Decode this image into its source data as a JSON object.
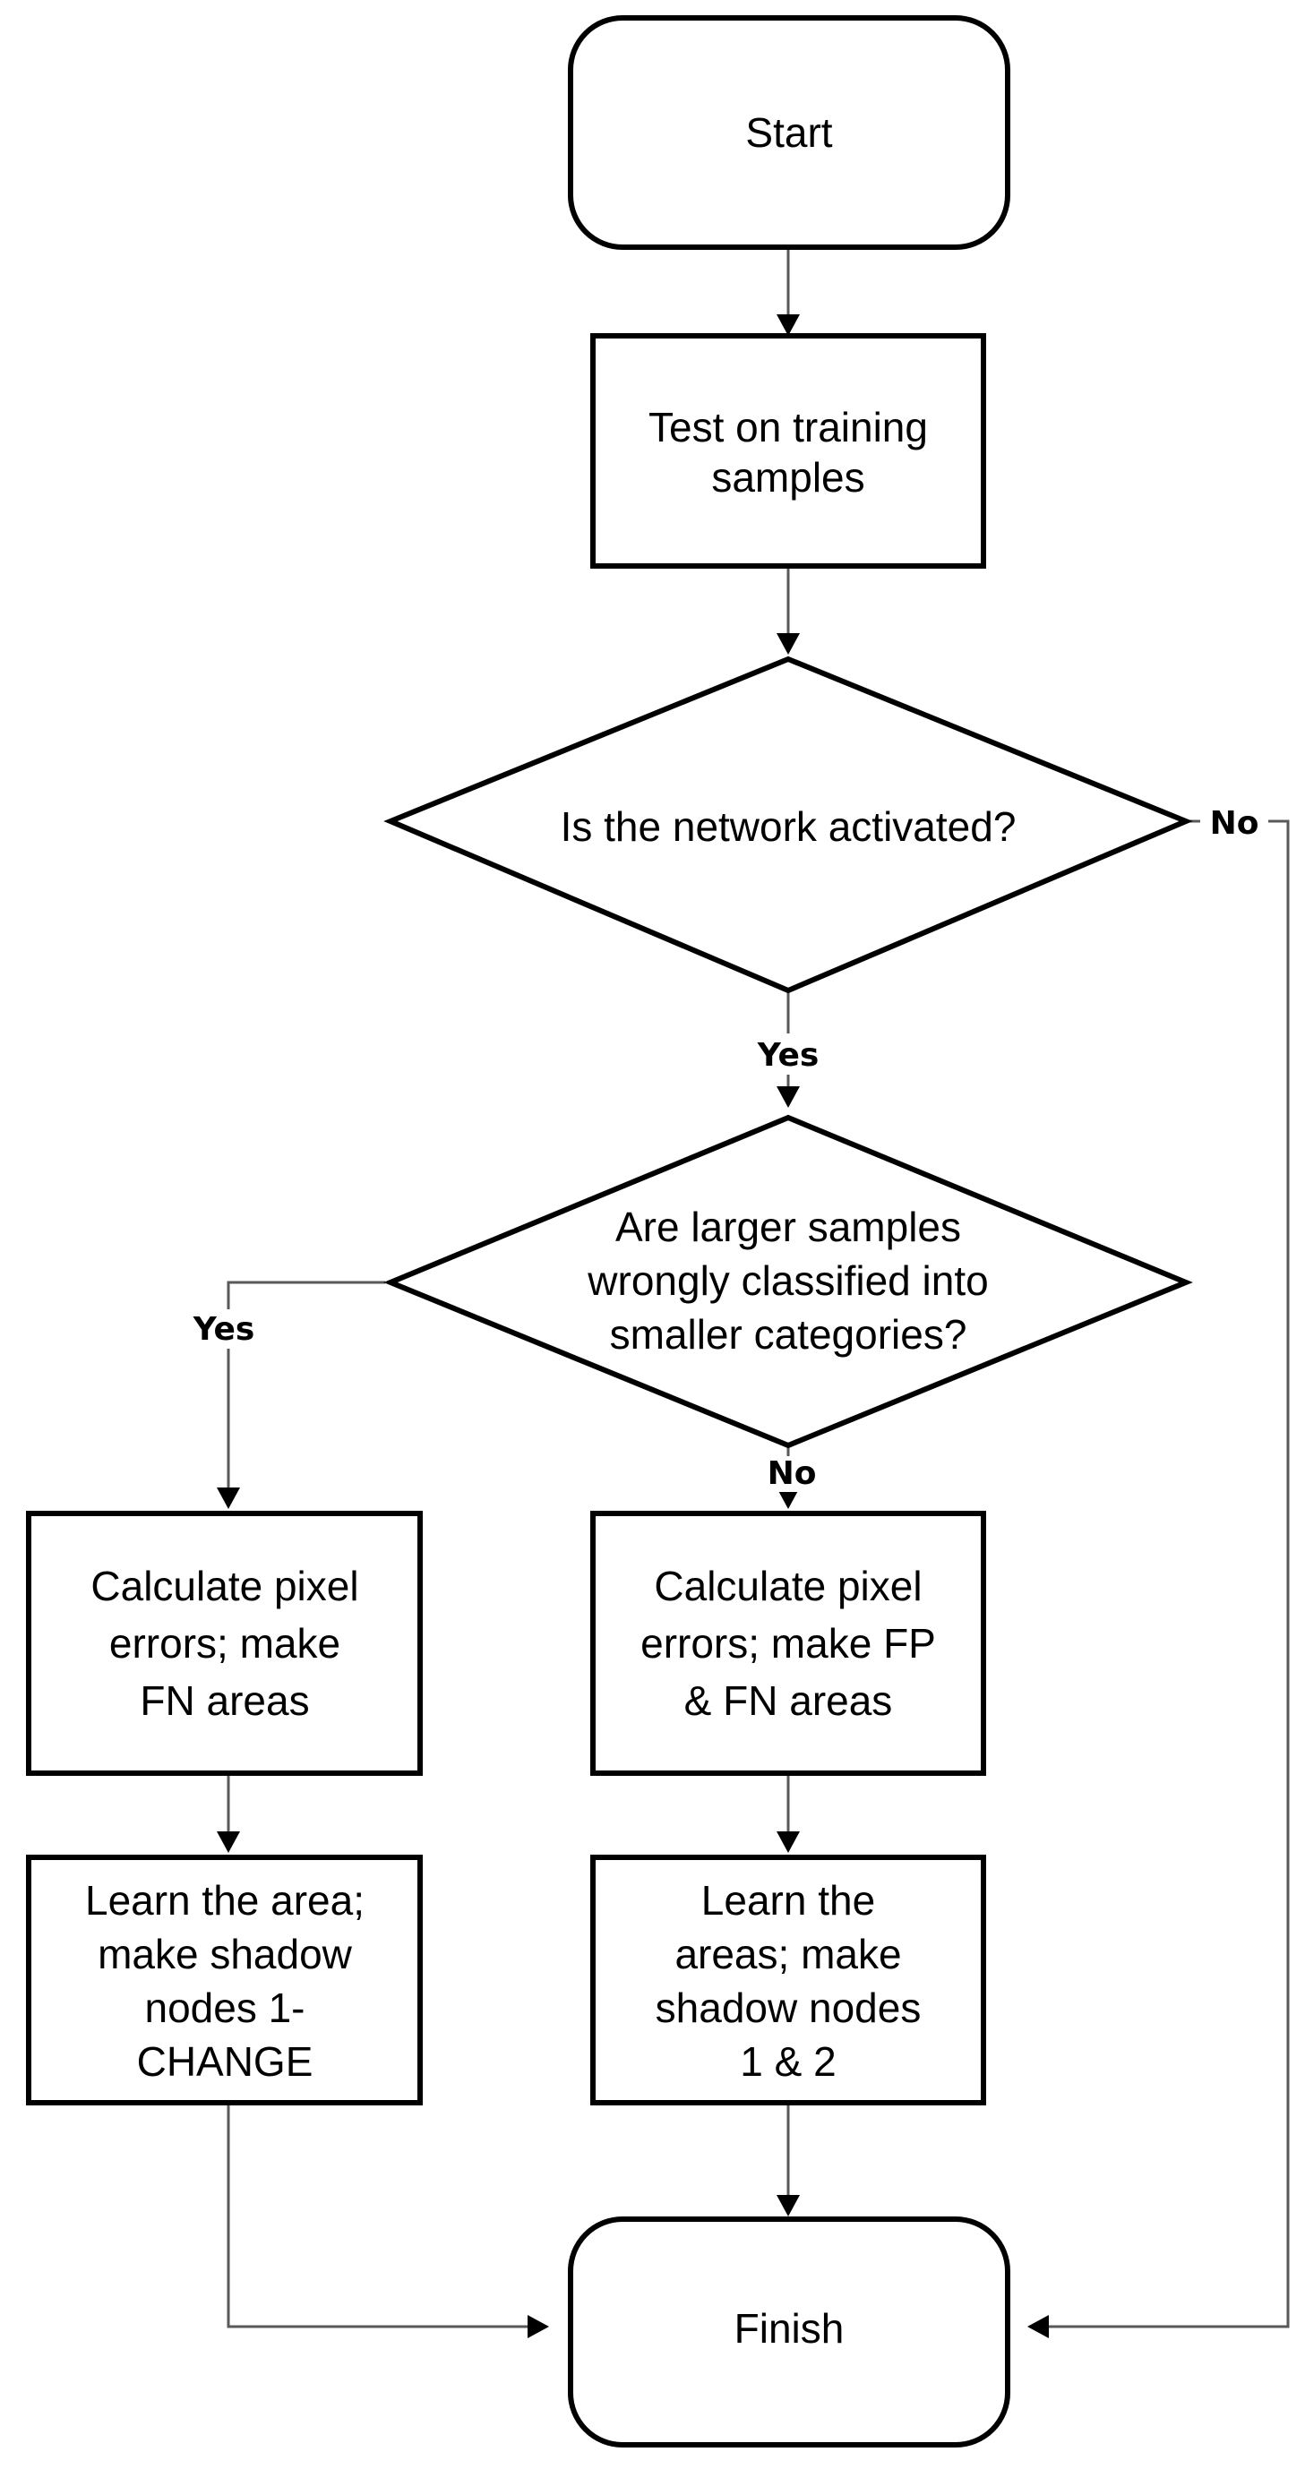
{
  "diagram": {
    "nodes": {
      "start": {
        "lines": [
          "Start"
        ]
      },
      "test": {
        "lines": [
          "Test on training",
          "samples"
        ]
      },
      "activated": {
        "lines": [
          "Is the network activated?"
        ]
      },
      "larger": {
        "lines": [
          "Are larger samples",
          "wrongly classified into",
          "smaller categories?"
        ]
      },
      "calc_fn": {
        "lines": [
          "Calculate pixel",
          "errors; make",
          "FN areas"
        ]
      },
      "calc_fpfn": {
        "lines": [
          "Calculate pixel",
          "errors; make FP",
          "& FN areas"
        ]
      },
      "learn_area": {
        "lines": [
          "Learn the area;",
          "make shadow",
          "nodes 1-",
          "CHANGE"
        ]
      },
      "learn_areas": {
        "lines": [
          "Learn the",
          "areas; make",
          "shadow nodes",
          "1 & 2"
        ]
      },
      "finish": {
        "lines": [
          "Finish"
        ]
      }
    },
    "edge_labels": {
      "activated_no": "No",
      "activated_yes": "Yes",
      "larger_yes": "Yes",
      "larger_no": "No"
    },
    "colors": {
      "shape_stroke": "#000000",
      "connector": "#595959",
      "background": "#ffffff"
    }
  }
}
